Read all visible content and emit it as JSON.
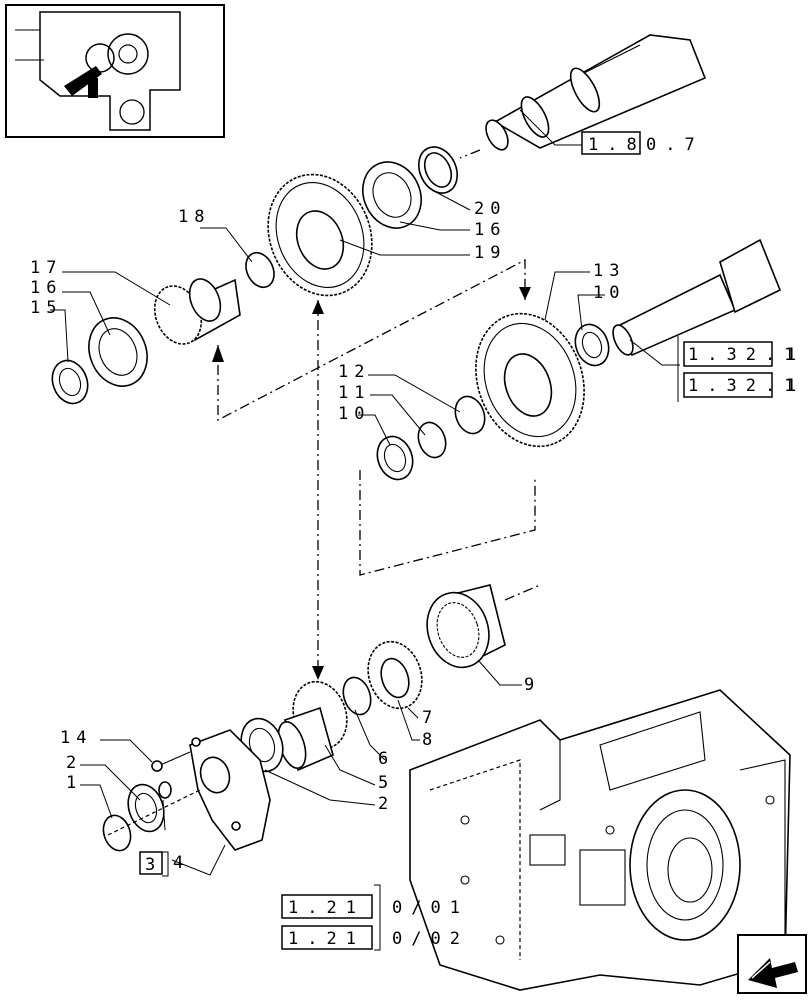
{
  "callouts": {
    "n20": "20",
    "n16a": "16",
    "n19": "19",
    "n18": "18",
    "n17": "17",
    "n16b": "16",
    "n15": "15",
    "n13": "13",
    "n10a": "10",
    "n12": "12",
    "n11": "11",
    "n10b": "10",
    "n9": "9",
    "n7": "7",
    "n8": "8",
    "n6": "6",
    "n5": "5",
    "n2a": "2",
    "n14": "14",
    "n2b": "2",
    "n1": "1",
    "n4": "4"
  },
  "refs": {
    "r1_box": "1.8",
    "r1_tail": "0.7",
    "r2_box": "1.32.1",
    "r2_tail": "1",
    "r3_box": "1.32.1",
    "r3_tail": "1",
    "r4_box": "1.21",
    "r4_tail": "0/01",
    "r5_box": "1.21",
    "r5_tail": "0/02",
    "r6_box": "3"
  },
  "icons": {
    "thumbnail": "location-thumbnail",
    "nav": "next-page-arrow-icon"
  }
}
